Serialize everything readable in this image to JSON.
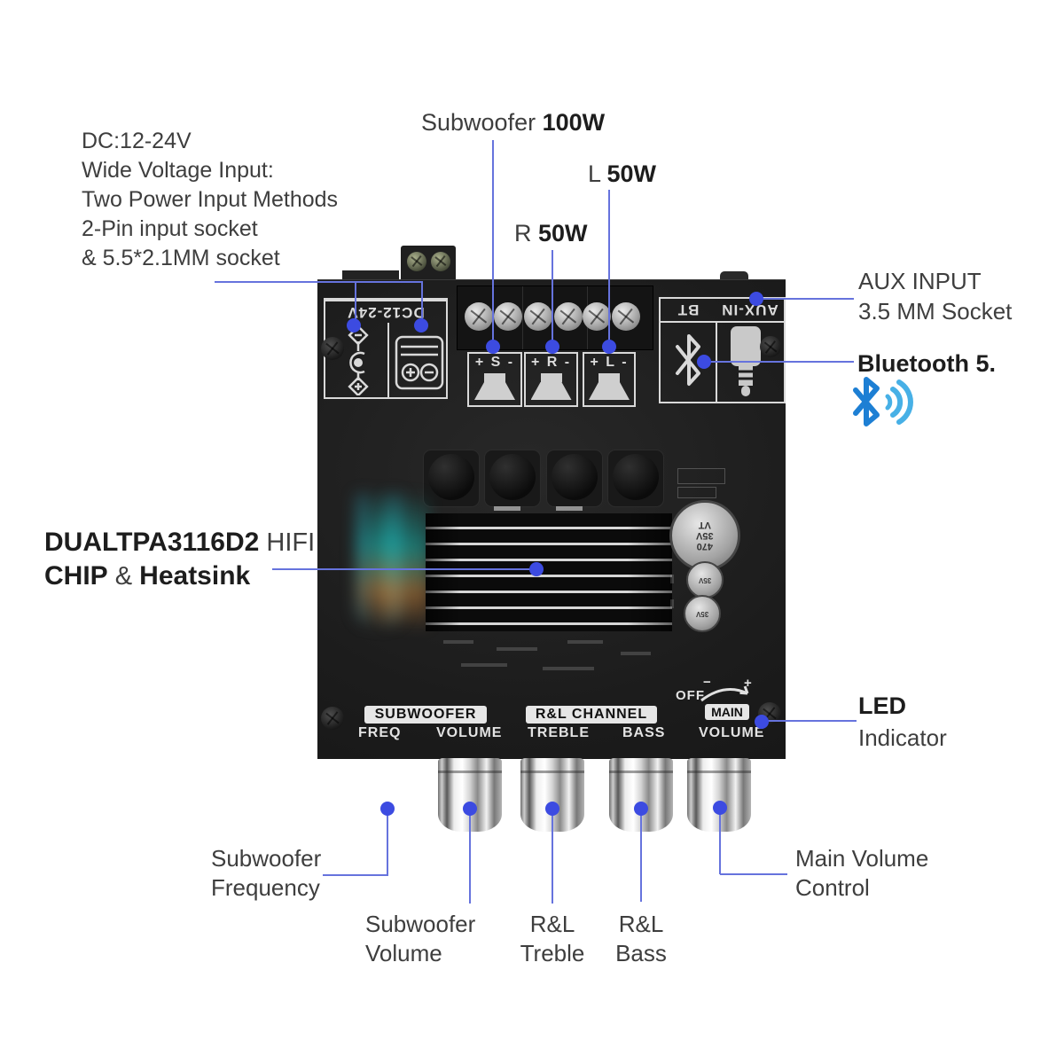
{
  "colors": {
    "callout_line": "#6673dd",
    "callout_dot": "#3c4be1",
    "bluetooth_rune": "#1d7fd4",
    "bluetooth_waves": "#47b0e6",
    "board": "#1d1d1d",
    "silkscreen": "#d9d9d9"
  },
  "annotations": {
    "power_input": {
      "lines": [
        "DC:12-24V",
        "Wide Voltage Input:",
        "Two Power Input Methods",
        "2-Pin input socket",
        "& 5.5*2.1MM socket"
      ]
    },
    "subwoofer_power": {
      "text": "Subwoofer ",
      "value": "100W"
    },
    "left_power": {
      "text": "L ",
      "value": "50W"
    },
    "right_power": {
      "text": "R ",
      "value": "50W"
    },
    "aux_input": {
      "line1": "AUX INPUT",
      "line2": "3.5 MM Socket"
    },
    "bluetooth": {
      "label": "Bluetooth 5."
    },
    "chip": {
      "bold1": "DUALTPA3116D2",
      "reg1": " HIFI",
      "bold2": "CHIP",
      "amp": " & ",
      "bold3": "Heatsink"
    },
    "led": {
      "title": "LED",
      "subtitle": "Indicator"
    },
    "sub_freq": {
      "line1": "Subwoofer",
      "line2": "Frequency"
    },
    "sub_vol": {
      "line1": "Subwoofer",
      "line2": "Volume"
    },
    "rl_treble": {
      "line1": "R&L",
      "line2": "Treble"
    },
    "rl_bass": {
      "line1": "R&L",
      "line2": "Bass"
    },
    "main_vol": {
      "line1": "Main Volume",
      "line2": "Control"
    }
  },
  "board": {
    "dc_label": "DC12-24V",
    "terminal_s": "+ S -",
    "terminal_r": "+ R -",
    "terminal_l": "+ L -",
    "bt_label": "BT",
    "aux_label": "AUX-IN",
    "cap_lines": [
      "470",
      "35V",
      "VT"
    ],
    "small_cap_label": "35V",
    "subwoofer_section": "SUBWOOFER",
    "freq": "FREQ",
    "sub_volume": "VOLUME",
    "rl_section": "R&L CHANNEL",
    "treble": "TREBLE",
    "bass": "BASS",
    "main_section": "MAIN",
    "main_volume": "VOLUME",
    "off": "OFF",
    "off_minus": "−",
    "off_plus": "+"
  }
}
